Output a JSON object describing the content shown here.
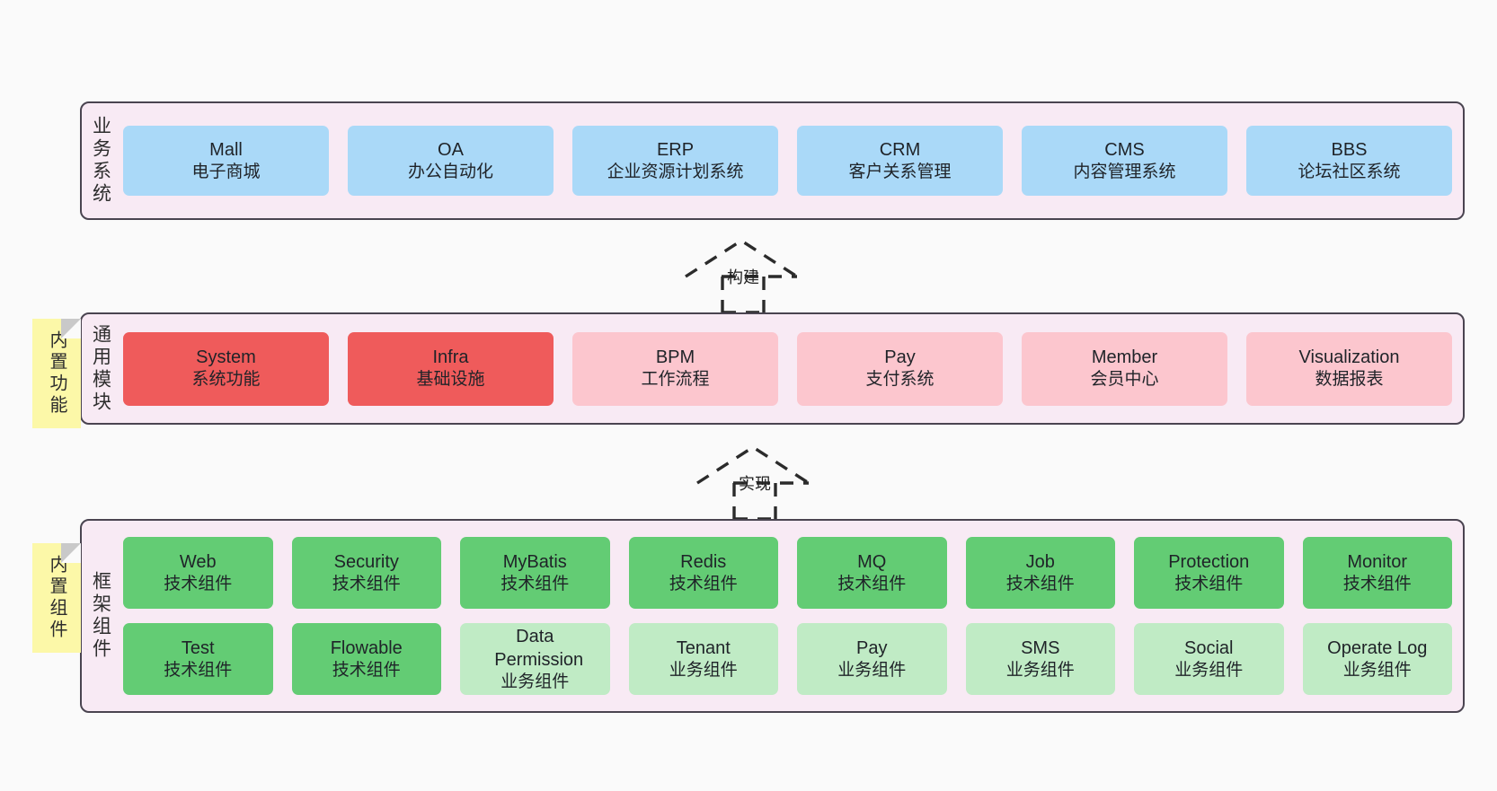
{
  "diagram": {
    "title_hidden": "",
    "colors": {
      "container_bg": "#f8eaf4",
      "container_border": "#4a4450",
      "business_box": "#aad9f8",
      "module_primary": "#ef5b5b",
      "module_secondary": "#fcc6ce",
      "framework_tech": "#63cc74",
      "framework_biz": "#c0ebc5",
      "note_bg": "#fcf8a8",
      "page_bg": "#fafafa"
    }
  },
  "notes": [
    {
      "id": "note-builtin-feature",
      "label": "内置功能"
    },
    {
      "id": "note-builtin-component",
      "label": "内置组件"
    }
  ],
  "connectors": [
    {
      "id": "connector-build",
      "label": "构建"
    },
    {
      "id": "connector-implement",
      "label": "实现"
    }
  ],
  "layers": [
    {
      "id": "layer-business-system",
      "title": "业务系统",
      "rows": [
        {
          "cells": [
            {
              "name": "Mall",
              "sub": "电子商城",
              "color": "#aad9f8"
            },
            {
              "name": "OA",
              "sub": "办公自动化",
              "color": "#aad9f8"
            },
            {
              "name": "ERP",
              "sub": "企业资源计划系统",
              "color": "#aad9f8"
            },
            {
              "name": "CRM",
              "sub": "客户关系管理",
              "color": "#aad9f8"
            },
            {
              "name": "CMS",
              "sub": "内容管理系统",
              "color": "#aad9f8"
            },
            {
              "name": "BBS",
              "sub": "论坛社区系统",
              "color": "#aad9f8"
            }
          ]
        }
      ]
    },
    {
      "id": "layer-common-module",
      "title": "通用模块",
      "rows": [
        {
          "cells": [
            {
              "name": "System",
              "sub": "系统功能",
              "color": "#ef5b5b"
            },
            {
              "name": "Infra",
              "sub": "基础设施",
              "color": "#ef5b5b"
            },
            {
              "name": "BPM",
              "sub": "工作流程",
              "color": "#fcc6ce"
            },
            {
              "name": "Pay",
              "sub": "支付系统",
              "color": "#fcc6ce"
            },
            {
              "name": "Member",
              "sub": "会员中心",
              "color": "#fcc6ce"
            },
            {
              "name": "Visualization",
              "sub": "数据报表",
              "color": "#fcc6ce"
            }
          ]
        }
      ]
    },
    {
      "id": "layer-framework-component",
      "title": "框架组件",
      "rows": [
        {
          "cells": [
            {
              "name": "Web",
              "sub": "技术组件",
              "color": "#63cc74"
            },
            {
              "name": "Security",
              "sub": "技术组件",
              "color": "#63cc74"
            },
            {
              "name": "MyBatis",
              "sub": "技术组件",
              "color": "#63cc74"
            },
            {
              "name": "Redis",
              "sub": "技术组件",
              "color": "#63cc74"
            },
            {
              "name": "MQ",
              "sub": "技术组件",
              "color": "#63cc74"
            },
            {
              "name": "Job",
              "sub": "技术组件",
              "color": "#63cc74"
            },
            {
              "name": "Protection",
              "sub": "技术组件",
              "color": "#63cc74"
            },
            {
              "name": "Monitor",
              "sub": "技术组件",
              "color": "#63cc74"
            }
          ]
        },
        {
          "cells": [
            {
              "name": "Test",
              "sub": "技术组件",
              "color": "#63cc74"
            },
            {
              "name": "Flowable",
              "sub": "技术组件",
              "color": "#63cc74"
            },
            {
              "name": "Data Permission",
              "sub": "业务组件",
              "color": "#c0ebc5"
            },
            {
              "name": "Tenant",
              "sub": "业务组件",
              "color": "#c0ebc5"
            },
            {
              "name": "Pay",
              "sub": "业务组件",
              "color": "#c0ebc5"
            },
            {
              "name": "SMS",
              "sub": "业务组件",
              "color": "#c0ebc5"
            },
            {
              "name": "Social",
              "sub": "业务组件",
              "color": "#c0ebc5"
            },
            {
              "name": "Operate Log",
              "sub": "业务组件",
              "color": "#c0ebc5"
            }
          ]
        }
      ]
    }
  ]
}
